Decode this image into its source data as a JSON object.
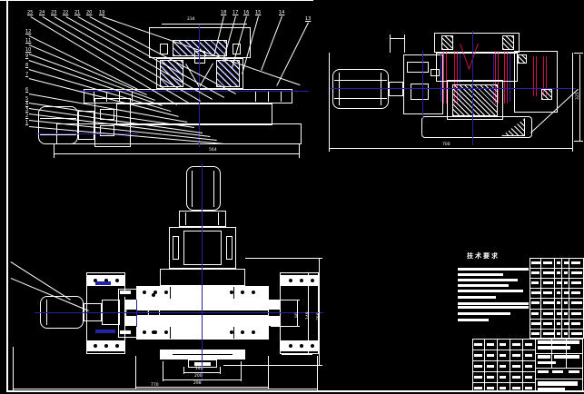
{
  "colors": {
    "background": "#000000",
    "line": "#ffffff",
    "centerline": "#2323a8",
    "detail_red": "#cf0e4e"
  },
  "balloons": {
    "top_left_group": [
      "25",
      "24",
      "23",
      "22",
      "21",
      "20",
      "19"
    ],
    "top_right_group": [
      "18",
      "17",
      "16",
      "15",
      "14",
      "13"
    ],
    "left_column": [
      "12",
      "11",
      "10",
      "9",
      "8",
      "7",
      "6",
      "5",
      "4",
      "3",
      "2",
      "1"
    ]
  },
  "dimensions": {
    "front_view": {
      "top_width": "234",
      "overall_width": "564"
    },
    "side_view": {
      "overall_width": "700",
      "overall_height": "325"
    },
    "plan_view": {
      "right_inner": "90",
      "right_mid": "148",
      "right_overall": "758",
      "bottom_inner": "140",
      "bottom_mid": "200",
      "bottom_outer": "298",
      "bottom_overall": "770"
    }
  },
  "tech_requirements": {
    "heading": "技术要求"
  }
}
